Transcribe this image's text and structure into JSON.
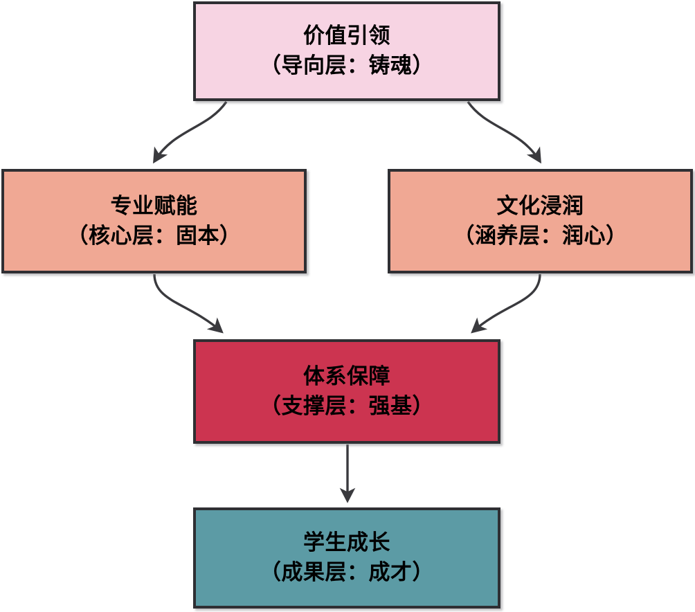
{
  "diagram": {
    "type": "flowchart",
    "orientation": "top-to-bottom",
    "nodes": [
      {
        "id": "value",
        "line1": "价值引领",
        "line2": "（导向层：铸魂）",
        "fill": "#F7D4E3",
        "border": "#2f2f33",
        "text_color": "#000000",
        "layer": "导向层",
        "keyword": "铸魂"
      },
      {
        "id": "profession",
        "line1": "专业赋能",
        "line2": "（核心层：固本）",
        "fill": "#F0A894",
        "border": "#2f2f33",
        "text_color": "#000000",
        "layer": "核心层",
        "keyword": "固本"
      },
      {
        "id": "culture",
        "line1": "文化浸润",
        "line2": "（涵养层：润心）",
        "fill": "#F0A894",
        "border": "#2f2f33",
        "text_color": "#000000",
        "layer": "涵养层",
        "keyword": "润心"
      },
      {
        "id": "system",
        "line1": "体系保障",
        "line2": "（支撑层：强基）",
        "fill": "#CC3450",
        "border": "#2f2f33",
        "text_color": "#000000",
        "layer": "支撑层",
        "keyword": "强基"
      },
      {
        "id": "growth",
        "line1": "学生成长",
        "line2": "（成果层：成才）",
        "fill": "#5C9BA5",
        "border": "#2f2f33",
        "text_color": "#000000",
        "layer": "成果层",
        "keyword": "成才"
      }
    ],
    "edges": [
      {
        "id": "value-to-profession",
        "from": "value",
        "to": "profession",
        "style": "curved",
        "arrow": "end"
      },
      {
        "id": "value-to-culture",
        "from": "value",
        "to": "culture",
        "style": "curved",
        "arrow": "end"
      },
      {
        "id": "profession-to-system",
        "from": "profession",
        "to": "system",
        "style": "curved",
        "arrow": "end"
      },
      {
        "id": "culture-to-system",
        "from": "culture",
        "to": "system",
        "style": "curved",
        "arrow": "end"
      },
      {
        "id": "system-to-growth",
        "from": "system",
        "to": "growth",
        "style": "straight",
        "arrow": "end"
      }
    ],
    "edge_color": "#3a3a3e"
  }
}
